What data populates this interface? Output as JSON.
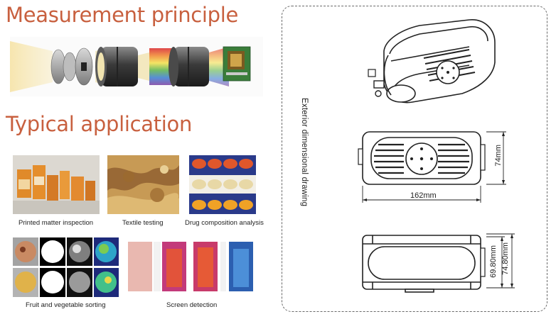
{
  "headings": {
    "measurement_principle": "Measurement principle",
    "typical_application": "Typical application"
  },
  "applications": [
    {
      "caption": "Printed matter inspection"
    },
    {
      "caption": "Textile testing"
    },
    {
      "caption": "Drug composition analysis"
    },
    {
      "caption": "Fruit and vegetable sorting"
    },
    {
      "caption": "Screen detection"
    }
  ],
  "drawing": {
    "label": "Exterior dimensional drawing",
    "length": "162mm",
    "height": "74mm",
    "depth_inner": "69.80mm",
    "depth_outer": "74.80mm"
  },
  "colors": {
    "heading": "#c8603f",
    "border": "#6a6a6a"
  }
}
